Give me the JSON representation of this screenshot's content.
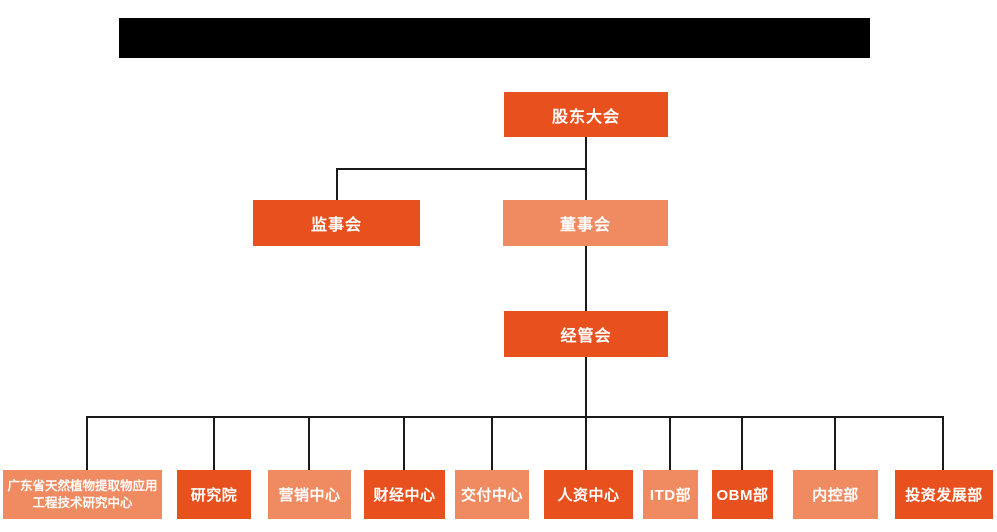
{
  "colors": {
    "primary": "#E8501D",
    "secondary": "#F08A60",
    "connector": "#1A1A1A",
    "redacted_bar": "#000000",
    "text": "#FFFFFF"
  },
  "org": {
    "level1": {
      "label": "股东大会"
    },
    "level2": [
      {
        "label": "监事会"
      },
      {
        "label": "董事会"
      }
    ],
    "level3": {
      "label": "经管会"
    },
    "departments": [
      {
        "label": "广东省天然植物提取物应用工程技术研究中心"
      },
      {
        "label": "研究院"
      },
      {
        "label": "营销中心"
      },
      {
        "label": "财经中心"
      },
      {
        "label": "交付中心"
      },
      {
        "label": "人资中心"
      },
      {
        "label": "ITD部"
      },
      {
        "label": "OBM部"
      },
      {
        "label": "内控部"
      },
      {
        "label": "投资发展部"
      }
    ]
  }
}
